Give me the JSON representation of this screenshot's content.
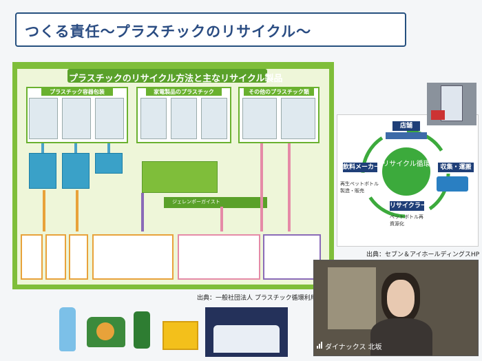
{
  "slide": {
    "title": "つくる責任〜プラスチックのリサイクル〜",
    "panel_heading": "プラスチックのリサイクル方法と主なリサイクル製品",
    "categories": [
      "プラスチック容器包装",
      "家電製品のプラスチック",
      "その他のプラスチック類"
    ],
    "flow_label": "ジェレンポーガイスト",
    "source_left": "出典：一般社団法人 プラスチック循環利用協会",
    "source_right": "出典：セブン＆アイホールディングスHP"
  },
  "cycle": {
    "top": "店舗",
    "center": "リサイクル循環",
    "left": "飲料メーカー",
    "left_sub": "再生ペットボトル製造・販売",
    "right": "収集・運搬",
    "bottom": "リサイクラー",
    "bottom_sub": "ペットボトル再資源化"
  },
  "video": {
    "participant_name": "ダイナックス 北坂",
    "mic_icon": "signal-bars-icon"
  },
  "products": [
    "ペットボトル",
    "セーター",
    "容器",
    "コンテナ",
    "表彰台"
  ],
  "colors": {
    "title_blue": "#2a4c82",
    "green": "#7fbe3a",
    "navy": "#1f3f78"
  }
}
